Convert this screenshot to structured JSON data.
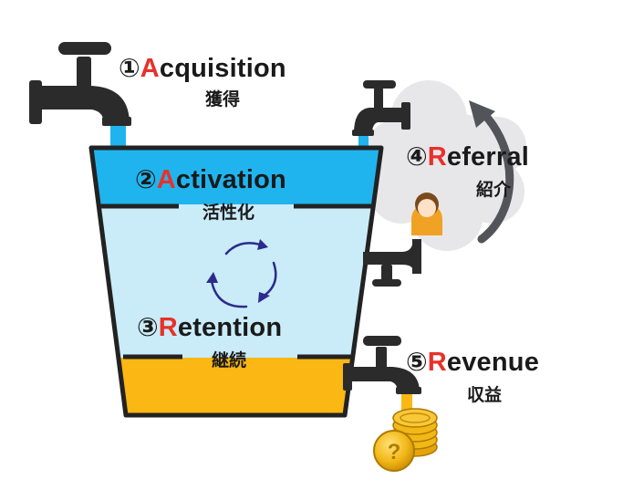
{
  "stages": [
    {
      "num": "①",
      "cap": "A",
      "rest": "cquisition",
      "jp": "獲得"
    },
    {
      "num": "②",
      "cap": "A",
      "rest": "ctivation",
      "jp": "活性化"
    },
    {
      "num": "③",
      "cap": "R",
      "rest": "etention",
      "jp": "継続"
    },
    {
      "num": "④",
      "cap": "R",
      "rest": "eferral",
      "jp": "紹介"
    },
    {
      "num": "⑤",
      "cap": "R",
      "rest": "evenue",
      "jp": "収益"
    }
  ],
  "colors": {
    "accent_letter": "#e8312a",
    "activation_water": "#20b4ee",
    "retention_water": "#c9ecf8",
    "revenue_band": "#fbb713",
    "bucket_outline": "#222222",
    "faucet": "#2b2b2b",
    "coin": "#f2b816",
    "cycle_arrow": "#2c2a8c"
  }
}
